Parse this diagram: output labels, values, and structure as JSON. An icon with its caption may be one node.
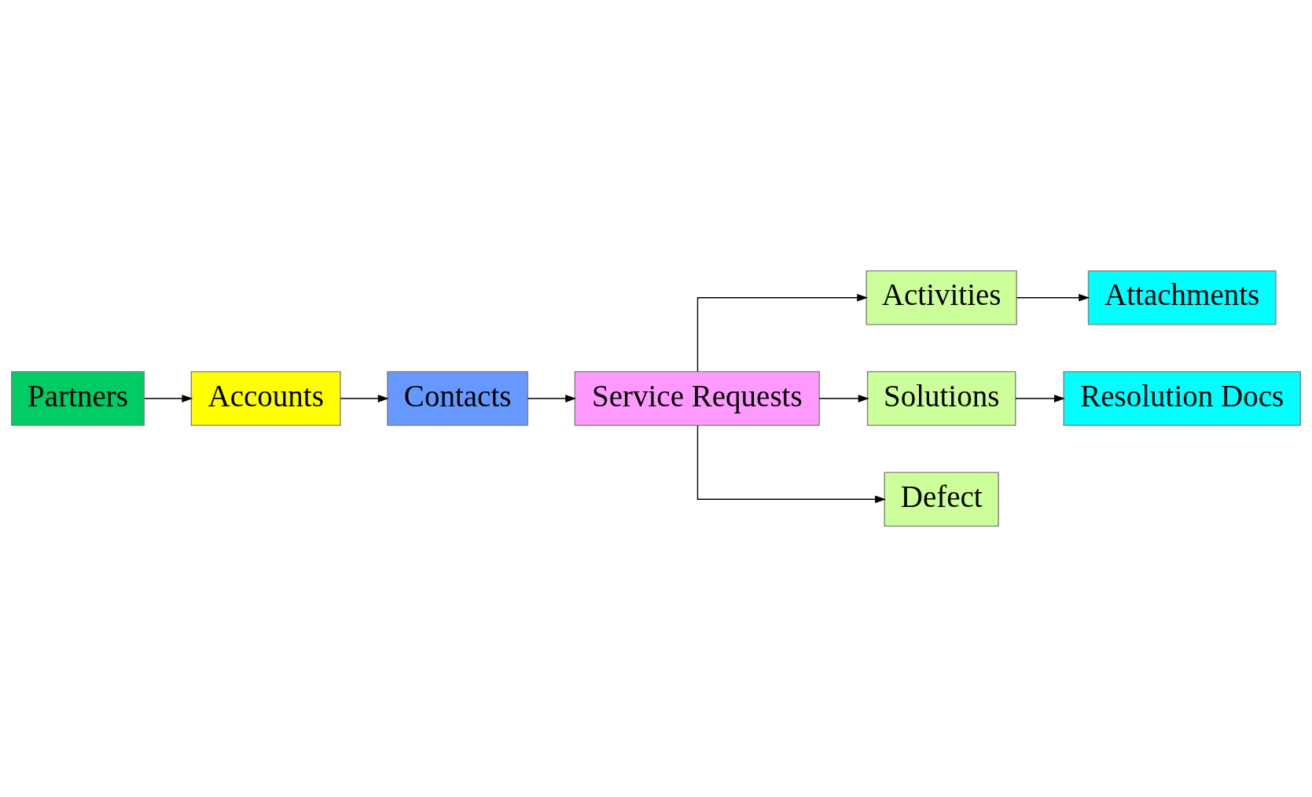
{
  "diagram": {
    "nodes": [
      {
        "text": [
          "Partners"
        ]
      },
      {
        "text": [
          "Accounts"
        ]
      },
      {
        "text": [
          "Contacts"
        ]
      },
      {
        "text": [
          "Service Requests"
        ]
      },
      {
        "text": [
          "Activities"
        ]
      },
      {
        "text": [
          "Attachments"
        ]
      },
      {
        "text": [
          "Solutions"
        ]
      },
      {
        "text": [
          "Resolution Docs"
        ]
      },
      {
        "text": [
          "Defect"
        ]
      }
    ],
    "edges": [
      {
        "from": 0,
        "to": 1,
        "arrow": "to"
      },
      {
        "from": 1,
        "to": 2,
        "arrow": "to"
      },
      {
        "from": 2,
        "to": 3,
        "arrow": "to"
      },
      {
        "from": 3,
        "to": 4,
        "arrow": "to"
      },
      {
        "from": 3,
        "to": 6,
        "arrow": "to"
      },
      {
        "from": 3,
        "to": 8,
        "arrow": "to"
      },
      {
        "from": 4,
        "to": 5,
        "arrow": "to"
      },
      {
        "from": 6,
        "to": 7,
        "arrow": "to"
      }
    ]
  }
}
